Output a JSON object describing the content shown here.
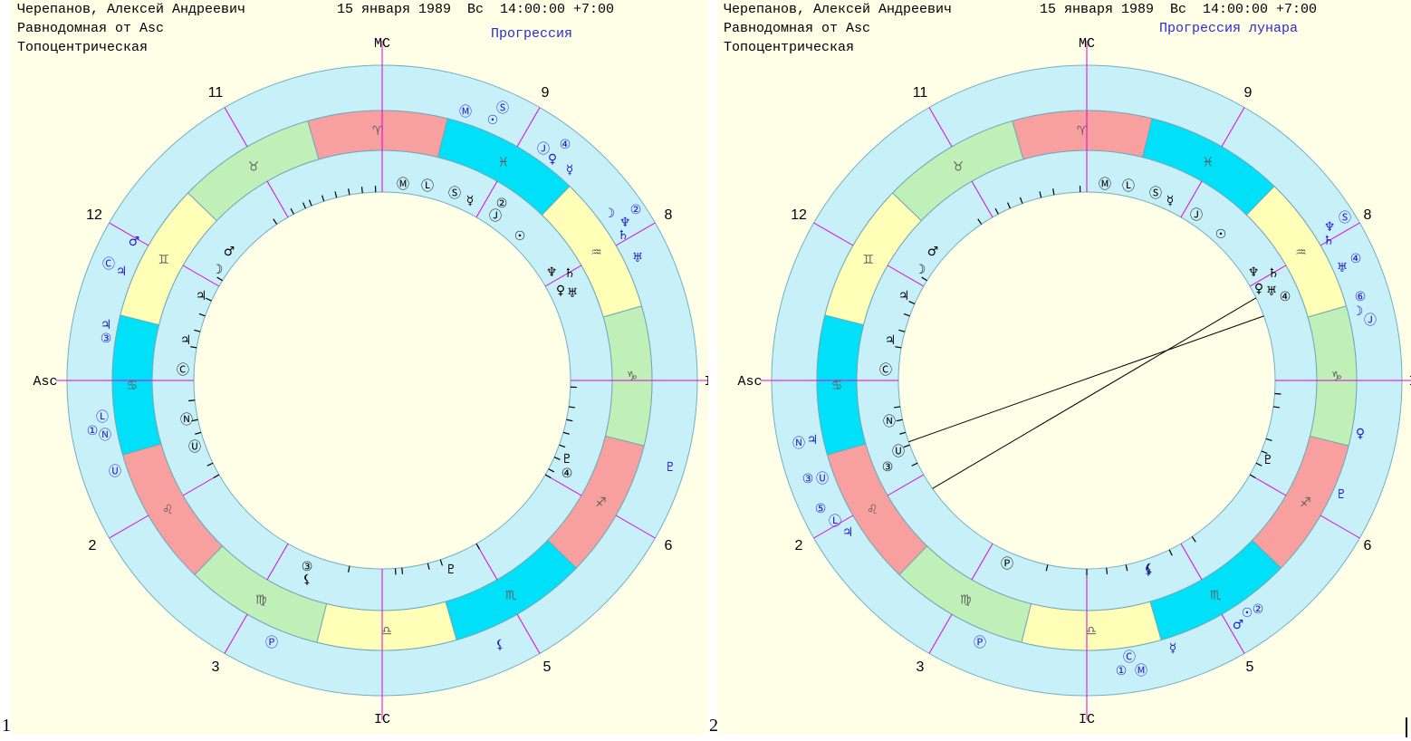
{
  "panels": [
    {
      "index_label": "1",
      "header": {
        "name": "Черепанов, Алексей Андреевич",
        "datetime": "15 января 1989  Вс  14:00:00 +7:00",
        "house_system": "Равнодомная от Asc",
        "topo": "Топоцентрическая"
      },
      "chart_title": "Прогрессия",
      "angle_labels": {
        "mc": "MC",
        "ic": "IC",
        "asc": "Asc",
        "dsc": "I"
      },
      "house_numbers": [
        "11",
        "9",
        "12",
        "8",
        "2",
        "6",
        "3",
        "5"
      ],
      "signs": [
        "♓",
        "♒",
        "♑",
        "♐",
        "♏",
        "♎",
        "♍",
        "♌",
        "♋",
        "♊",
        "♉",
        "♈"
      ],
      "inner_planets": [
        "Ⓜ",
        "Ⓛ",
        "Ⓢ",
        "☿",
        "②",
        "Ⓙ",
        "☉",
        "♆",
        "♄",
        "♀",
        "♅",
        "♂",
        "☽",
        "♃",
        "♃",
        "Ⓒ",
        "Ⓝ",
        "Ⓤ",
        "♇",
        "④",
        "♇",
        "③",
        "⚸"
      ],
      "outer_planets": [
        "Ⓜ",
        "☉",
        "Ⓢ",
        "Ⓙ",
        "④",
        "♀",
        "☿",
        "☽",
        "②",
        "♆",
        "♄",
        "♅",
        "♂",
        "Ⓒ",
        "♃",
        "♃",
        "③",
        "Ⓛ",
        "①",
        "Ⓝ",
        "Ⓤ",
        "♇",
        "Ⓟ",
        "⚸"
      ]
    },
    {
      "index_label": "2",
      "header": {
        "name": "Черепанов, Алексей Андреевич",
        "datetime": "15 января 1989  Вс  14:00:00 +7:00",
        "house_system": "Равнодомная от Asc",
        "topo": "Топоцентрическая"
      },
      "chart_title": "Прогрессия лунара",
      "angle_labels": {
        "mc": "MC",
        "ic": "IC",
        "asc": "Asc",
        "dsc": "I"
      },
      "house_numbers": [
        "11",
        "9",
        "12",
        "8",
        "2",
        "6",
        "3",
        "5"
      ],
      "signs": [
        "♓",
        "♒",
        "♑",
        "♐",
        "♏",
        "♎",
        "♍",
        "♌",
        "♋",
        "♊",
        "♉",
        "♈"
      ],
      "inner_planets": [
        "Ⓜ",
        "Ⓛ",
        "Ⓢ",
        "☿",
        "Ⓙ",
        "☉",
        "♂",
        "☽",
        "♃",
        "♃",
        "Ⓒ",
        "♆",
        "♄",
        "♀",
        "♅",
        "④",
        "Ⓝ",
        "Ⓤ",
        "③",
        "♇",
        "Ⓟ",
        "⚸"
      ],
      "outer_planets": [
        "♆",
        "Ⓢ",
        "♄",
        "♅",
        "④",
        "⑥",
        "☽",
        "Ⓙ",
        "♀",
        "♇",
        "Ⓝ",
        "♃",
        "③",
        "Ⓤ",
        "⑤",
        "Ⓛ",
        "♃",
        "⚸",
        "☉",
        "②",
        "♂",
        "Ⓒ",
        "①",
        "Ⓜ",
        "☿",
        "Ⓟ"
      ]
    }
  ],
  "colors": {
    "outer_ring": "#c8f0f8",
    "line_magenta": "#e000e0",
    "sign_cyan": "#00e0f8",
    "sign_yellow": "#ffffb8",
    "sign_green": "#c0f0b8",
    "sign_red": "#f8a0a0",
    "planet_blue": "#2020d0"
  }
}
